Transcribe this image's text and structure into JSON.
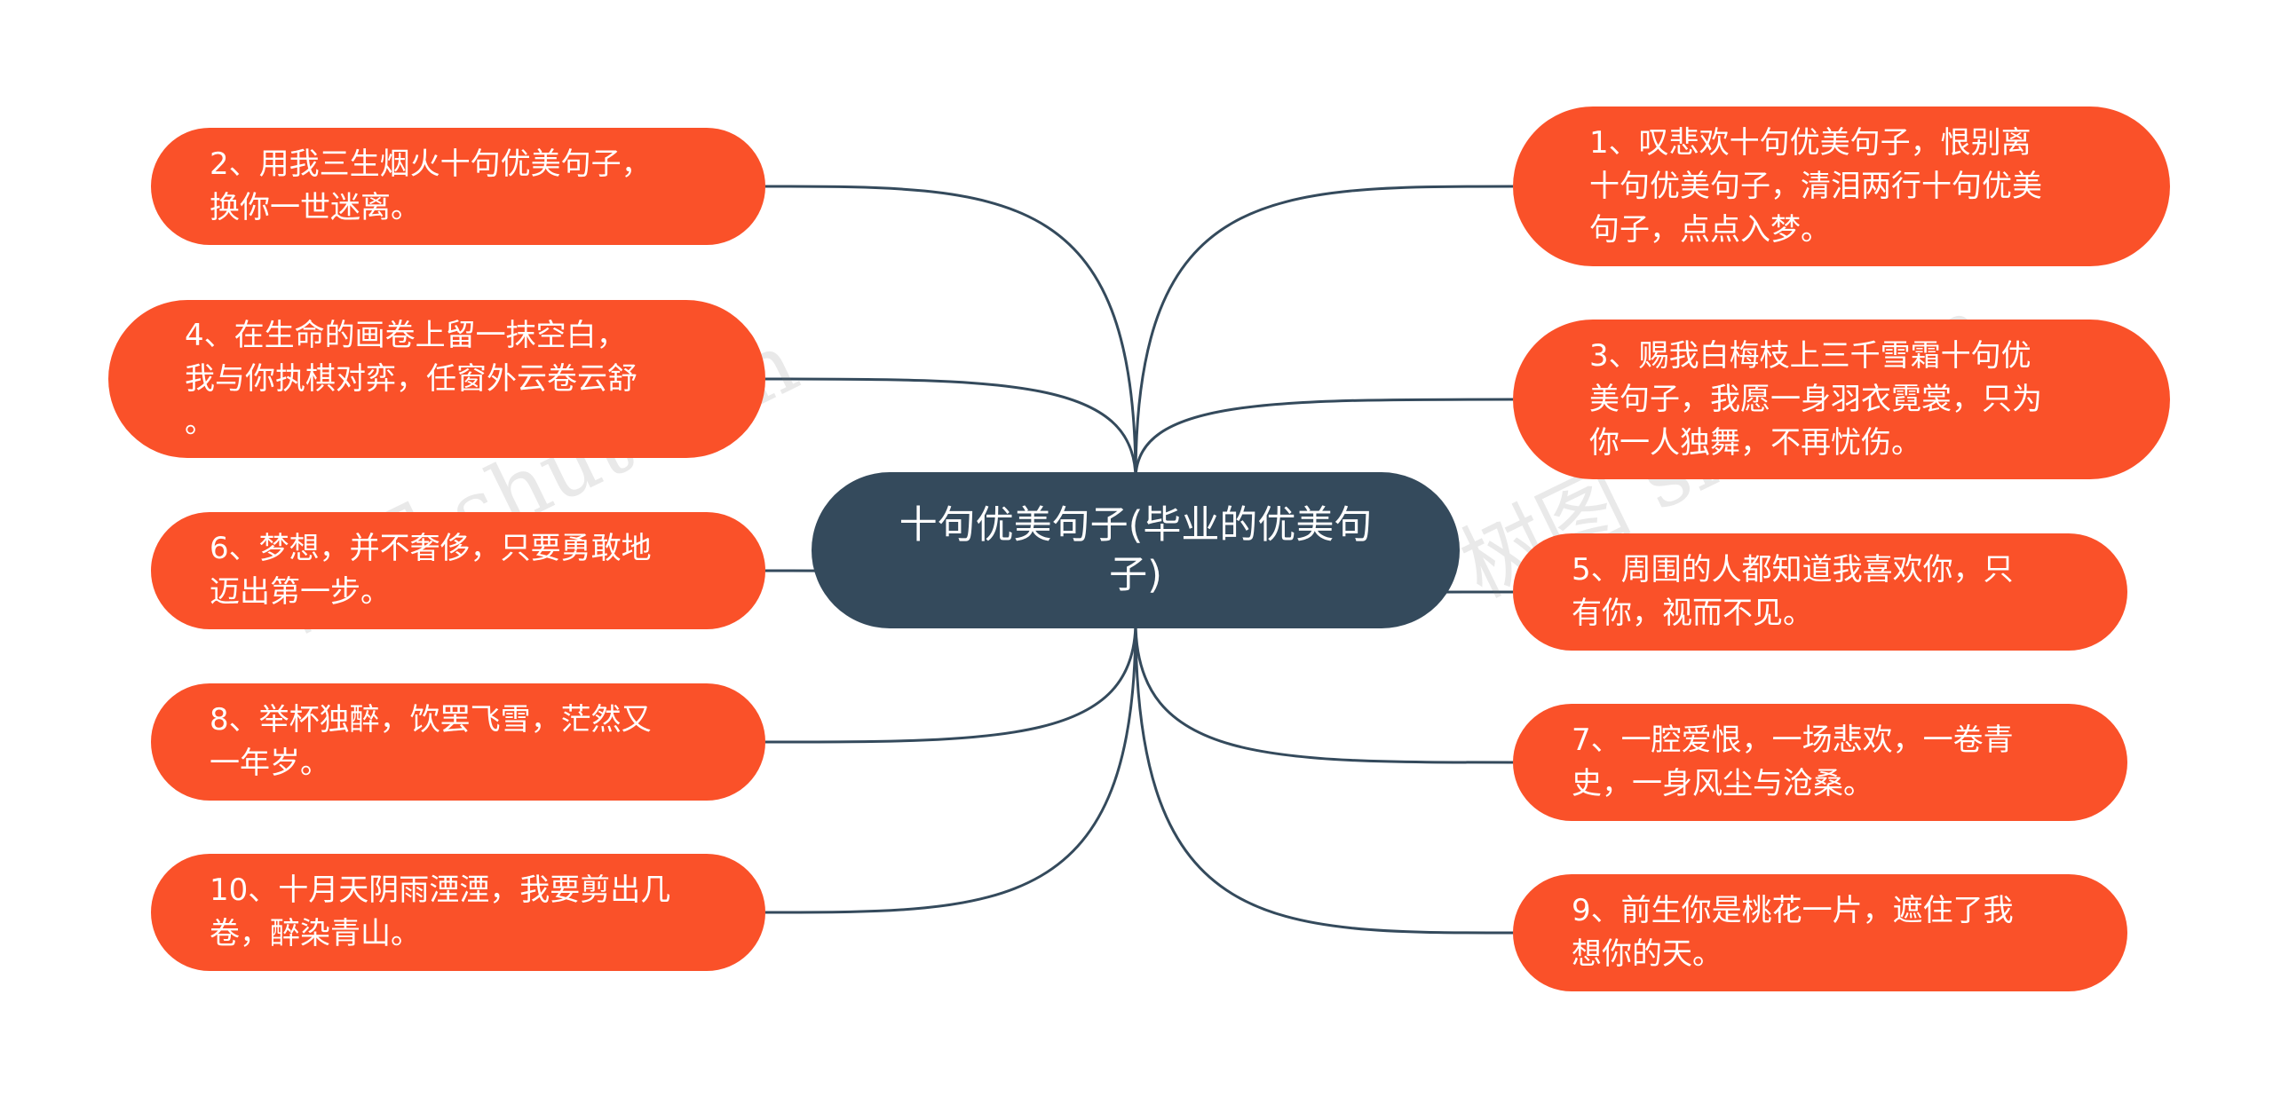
{
  "center": {
    "title": "十句优美句子(毕业的优美句子)"
  },
  "colors": {
    "node": "#fa5129",
    "center": "#344a5c",
    "line": "#344a5c"
  },
  "watermark": "树图 shutu.cn",
  "left_nodes": [
    {
      "text": "2、用我三生烟火十句优美句子，\n换你一世迷离。"
    },
    {
      "text": "4、在生命的画卷上留一抹空白，\n我与你执棋对弈，任窗外云卷云舒\n。"
    },
    {
      "text": "6、梦想，并不奢侈，只要勇敢地\n迈出第一步。"
    },
    {
      "text": "8、举杯独醉，饮罢飞雪，茫然又\n一年岁。"
    },
    {
      "text": "10、十月天阴雨湮湮，我要剪出几\n卷，醉染青山。"
    }
  ],
  "right_nodes": [
    {
      "text": "1、叹悲欢十句优美句子，恨别离\n十句优美句子，清泪两行十句优美\n句子，点点入梦。"
    },
    {
      "text": "3、赐我白梅枝上三千雪霜十句优\n美句子，我愿一身羽衣霓裳，只为\n你一人独舞，不再忧伤。"
    },
    {
      "text": "5、周围的人都知道我喜欢你，只\n有你，视而不见。"
    },
    {
      "text": "7、一腔爱恨，一场悲欢，一卷青\n史，一身风尘与沧桑。"
    },
    {
      "text": "9、前生你是桃花一片，遮住了我\n想你的天。"
    }
  ]
}
